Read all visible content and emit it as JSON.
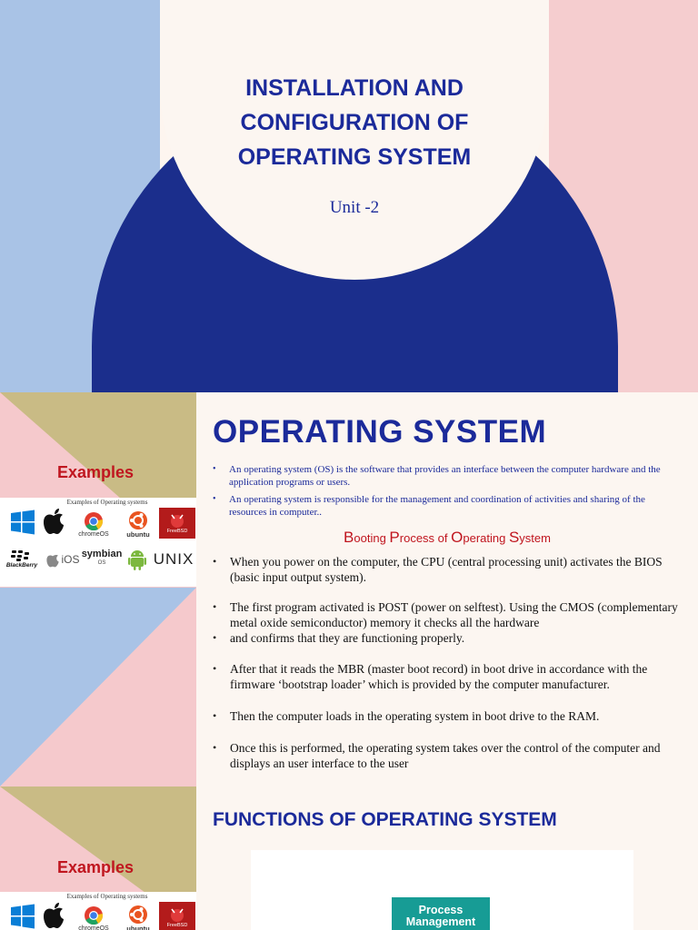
{
  "slide1": {
    "title_lines": [
      "INSTALLATION AND",
      "CONFIGURATION OF",
      "OPERATING SYSTEM"
    ],
    "subtitle": "Unit -2"
  },
  "slide2": {
    "examples_label": "Examples",
    "os_card_caption": "Examples of Operating systems",
    "heading": "OPERATING SYSTEM",
    "intro_bullets": [
      "An operating system (OS) is the software that provides an interface between the computer hardware and the application programs or users.",
      "An operating system is responsible for the management and coordination of activities and sharing of the resources in computer.."
    ],
    "boot_heading_parts": [
      {
        "cap": "B",
        "rest": "ooting "
      },
      {
        "cap": "P",
        "rest": "rocess of "
      },
      {
        "cap": "O",
        "rest": "perating "
      },
      {
        "cap": "S",
        "rest": "ystem"
      }
    ],
    "steps": [
      "When you power on the computer, the CPU (central processing unit) activates the BIOS (basic input output system).",
      "The first program activated is POST (power on selftest). Using the CMOS (complementary metal oxide semiconductor) memory it checks all the hardware",
      "and confirms that they are functioning properly.",
      "After that it reads the MBR (master boot record) in boot drive in accordance with the firmware ‘bootstrap loader’ which is provided by the computer manufacturer.",
      "Then the computer loads in the operating system in boot drive to the RAM.",
      "Once this is performed, the operating system takes over the control of the computer and displays an user interface to the user"
    ]
  },
  "os_logos": {
    "row1": [
      "windows-logo",
      "apple-logo",
      "chromeos-logo",
      "ubuntu-logo",
      "freebsd-logo"
    ],
    "row1_labels": [
      "",
      "",
      "chromeOS",
      "ubuntu",
      "FreeBSD"
    ],
    "row2": [
      "blackberry-logo",
      "ios-logo",
      "symbian-logo",
      "android-logo",
      "unix-logo"
    ],
    "row2_labels": [
      "BlackBerry",
      "iOS",
      "symbian",
      "",
      "UNIX"
    ],
    "row2_sub": "OS"
  },
  "slide3": {
    "examples_label": "Examples",
    "os_card_caption": "Examples of Operating systems",
    "heading": "FUNCTIONS OF OPERATING SYSTEM",
    "process_box_lines": [
      "Process",
      "Management"
    ]
  },
  "colors": {
    "navy": "#1b2e8c",
    "heading_blue": "#1b2a9a",
    "red": "#c0161f",
    "pink": "#f5cdcf",
    "light_blue": "#a9c3e6",
    "olive": "#c9bb85",
    "teal": "#179c95",
    "cream": "#fcf6f1"
  }
}
